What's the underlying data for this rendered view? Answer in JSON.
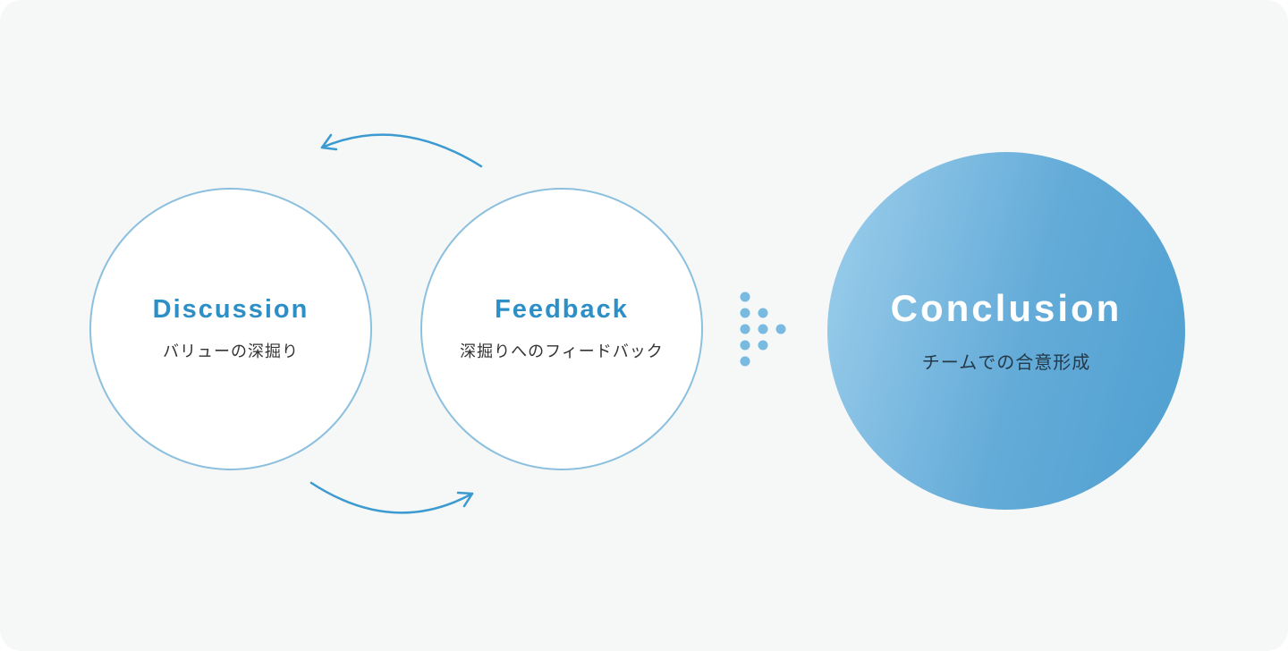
{
  "canvas": {
    "background": "#f6f7f7"
  },
  "colors": {
    "accent_blue": "#3399cc",
    "circle_border": "#8cc0de",
    "title_blue": "#2d8fc6",
    "body_text": "#333333",
    "conclusion_gradient_start": "#9ecfec",
    "conclusion_gradient_end": "#4e9fd0",
    "conclusion_title": "#ffffff",
    "conclusion_subtitle": "#24394a",
    "dots_blue": "#79bbe0"
  },
  "diagram": {
    "nodes": [
      {
        "id": "discussion",
        "title": "Discussion",
        "subtitle": "バリューの深掘り"
      },
      {
        "id": "feedback",
        "title": "Feedback",
        "subtitle": "深掘りへのフィードバック"
      },
      {
        "id": "conclusion",
        "title": "Conclusion",
        "subtitle": "チームでの合意形成"
      }
    ],
    "connectors": [
      {
        "id": "cycle-arrow-top",
        "type": "curved-arrow",
        "direction": "right-to-left",
        "between": [
          "feedback",
          "discussion"
        ]
      },
      {
        "id": "cycle-arrow-bottom",
        "type": "curved-arrow",
        "direction": "left-to-right",
        "between": [
          "discussion",
          "feedback"
        ]
      },
      {
        "id": "dots-arrow",
        "type": "dotted-triangle",
        "direction": "right",
        "between": [
          "feedback",
          "conclusion"
        ]
      }
    ]
  }
}
